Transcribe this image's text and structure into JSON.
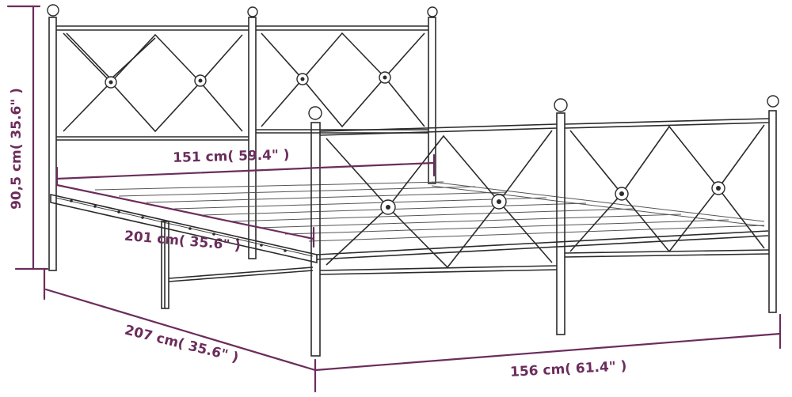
{
  "colors": {
    "dimension": "#6b2d5c",
    "frame": "#2b2b2b",
    "background": "#ffffff"
  },
  "dimensions": {
    "height": "90,5 cm( 35.6\" )",
    "headboard_width": "151 cm( 59.4\" )",
    "inner_length": "201 cm( 35.6\" )",
    "total_length": "207 cm( 35.6\" )",
    "total_width": "156 cm( 61.4\" )"
  }
}
